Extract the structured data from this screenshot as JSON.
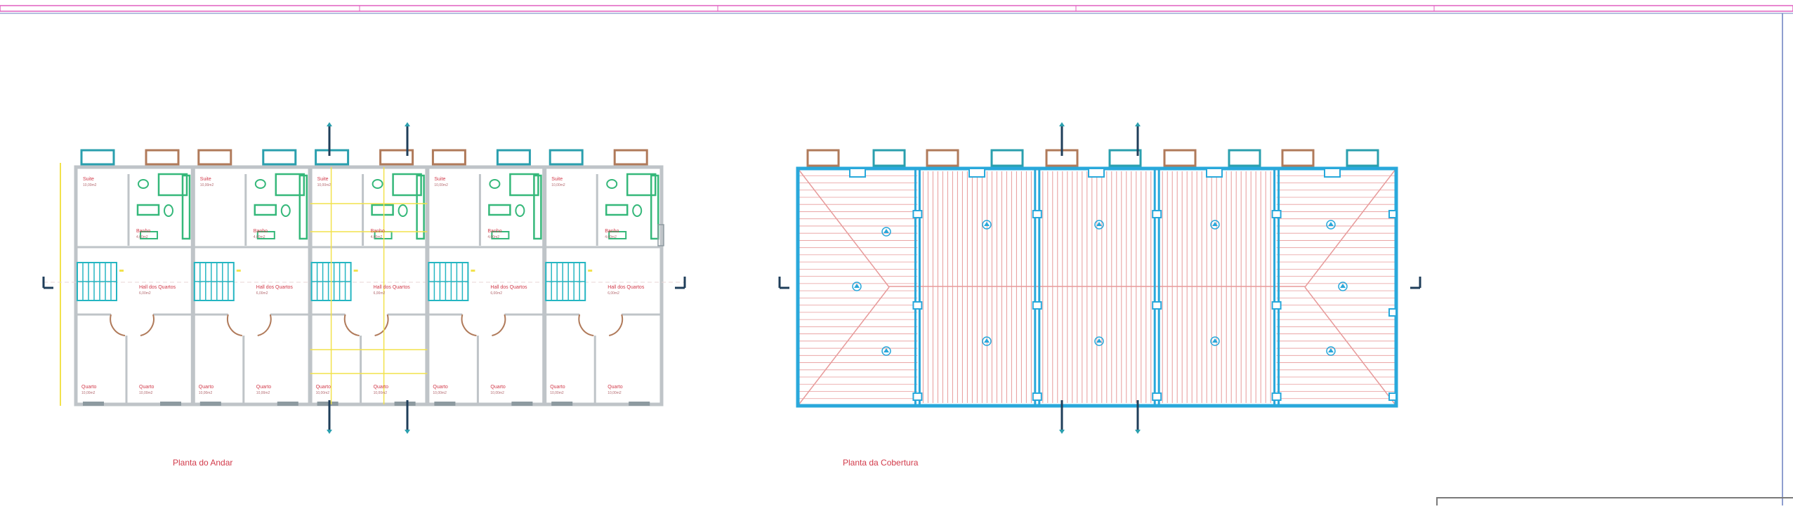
{
  "plans": {
    "floor": {
      "caption": "Planta do Andar",
      "rooms": [
        {
          "label": "Suite",
          "area": "10,00m2"
        },
        {
          "label": "Banho",
          "area": "4,00m2"
        },
        {
          "label": "Hall dos Quartos",
          "area": "6,00m2"
        },
        {
          "label": "Quarto",
          "area": "10,00m2"
        },
        {
          "label": "Quarto",
          "area": "10,00m2"
        }
      ]
    },
    "roof": {
      "caption": "Planta da Cobertura"
    }
  },
  "colors": {
    "frame": "#e060c0",
    "wall": "#bfc4c8",
    "fixture": "#35b87a",
    "stair": "#25b6c2",
    "window": "#2a9fae",
    "window_alt": "#b07a5a",
    "roof_edge": "#29a8db",
    "roof_hatch": "#e79a9a",
    "annotation": "#d23a4a",
    "dimension": "#f2e24c",
    "section_mark": "#1f3e5a"
  }
}
